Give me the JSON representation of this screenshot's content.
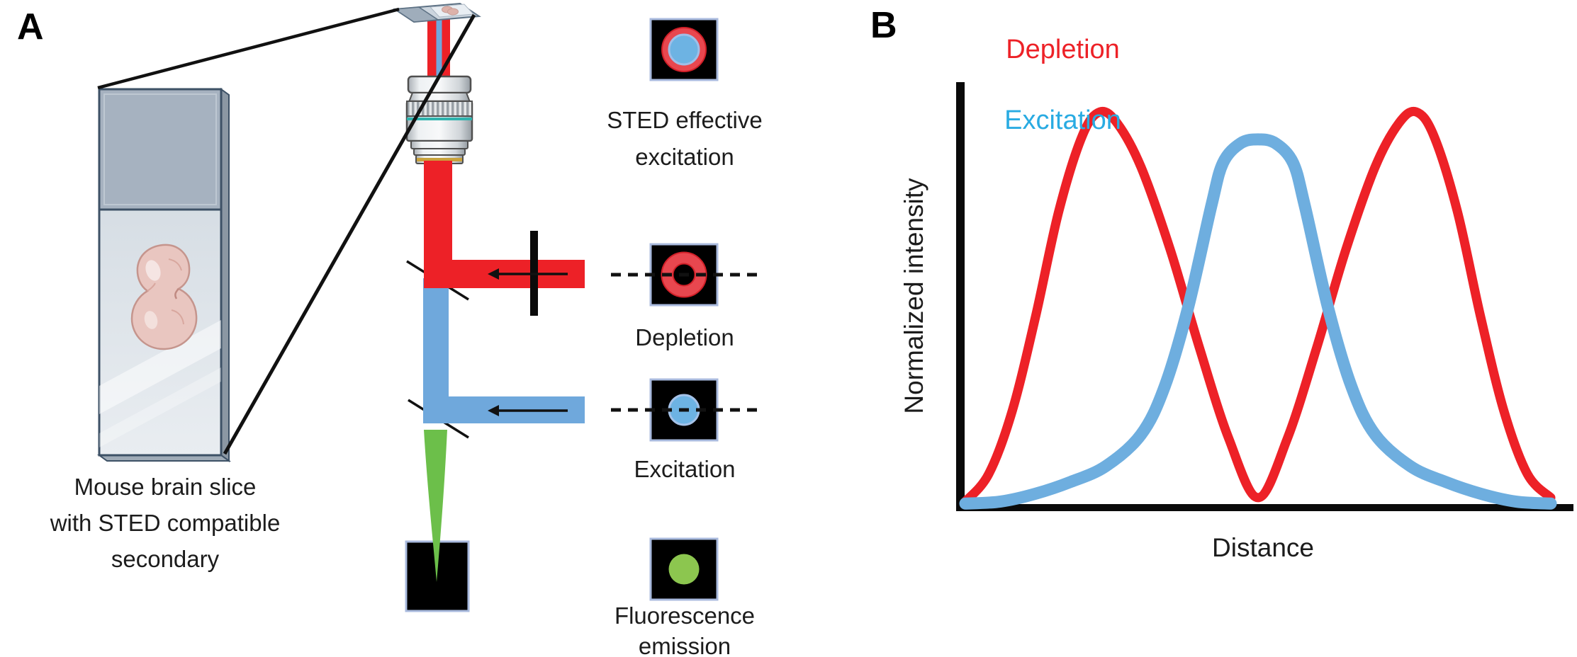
{
  "panel_a": {
    "label": "A",
    "slide_caption": "Mouse brain slice\nwith STED compatible\nsecondary",
    "profile_labels": {
      "sted_effective": "STED effective\nexcitation",
      "depletion": "Depletion",
      "excitation": "Excitation",
      "fluorescence": "Fluorescence\nemission"
    }
  },
  "panel_b": {
    "label": "B",
    "legend": [
      {
        "label": "Depletion",
        "color": "#ed2127"
      },
      {
        "label": "Excitation",
        "color": "#29abe2"
      }
    ],
    "ylabel": "Normalized intensity",
    "xlabel": "Distance"
  },
  "colors": {
    "depletion_red": "#ed2127",
    "excitation_blue_beam": "#6fa8dc",
    "excitation_blue_curve": "#6eaedf",
    "fluorescence_green": "#6cbf4a",
    "icon_green": "#8cc64f",
    "icon_border_blue": "#a9bade"
  },
  "chart_data": {
    "type": "line",
    "title": "",
    "xlabel": "Distance",
    "ylabel": "Normalized intensity",
    "x_range": [
      0,
      100
    ],
    "ylim": [
      0,
      1
    ],
    "grid": false,
    "legend_position": "top-center",
    "axis_ticks": "none",
    "series": [
      {
        "name": "Depletion",
        "color": "#ed2127",
        "shape": "double-peak (donut cross-section), zero at center",
        "x": [
          0,
          4,
          8,
          12,
          16,
          20,
          23,
          26,
          30,
          35,
          40,
          45,
          50,
          55,
          60,
          65,
          70,
          74,
          77,
          80,
          84,
          88,
          92,
          96,
          100
        ],
        "y": [
          0.01,
          0.08,
          0.24,
          0.48,
          0.75,
          0.94,
          1.0,
          0.97,
          0.86,
          0.65,
          0.4,
          0.17,
          0.02,
          0.17,
          0.4,
          0.65,
          0.86,
          0.97,
          1.0,
          0.94,
          0.75,
          0.48,
          0.24,
          0.08,
          0.02
        ]
      },
      {
        "name": "Excitation",
        "color": "#6eaedf",
        "shape": "single flattened central peak",
        "x": [
          0,
          6,
          12,
          18,
          24,
          30,
          34,
          38,
          42,
          44,
          47,
          50,
          53,
          56,
          58,
          62,
          66,
          70,
          76,
          82,
          88,
          94,
          100
        ],
        "y": [
          0.005,
          0.01,
          0.03,
          0.06,
          0.1,
          0.18,
          0.3,
          0.5,
          0.76,
          0.87,
          0.92,
          0.93,
          0.92,
          0.87,
          0.76,
          0.5,
          0.3,
          0.18,
          0.1,
          0.06,
          0.03,
          0.01,
          0.005
        ]
      }
    ]
  }
}
